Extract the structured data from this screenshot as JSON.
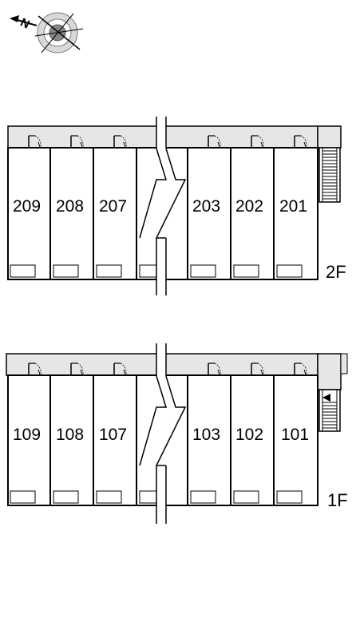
{
  "compass": {
    "north_label": "N",
    "icon": "compass-rose-icon"
  },
  "floors": [
    {
      "label": "2F",
      "units_left": [
        "209",
        "208",
        "207"
      ],
      "units_right": [
        "203",
        "202",
        "201"
      ]
    },
    {
      "label": "1F",
      "units_left": [
        "109",
        "108",
        "107"
      ],
      "units_right": [
        "103",
        "102",
        "101"
      ]
    }
  ],
  "colors": {
    "corridor": "#e6e6e6",
    "line": "#000000",
    "background": "#ffffff"
  }
}
